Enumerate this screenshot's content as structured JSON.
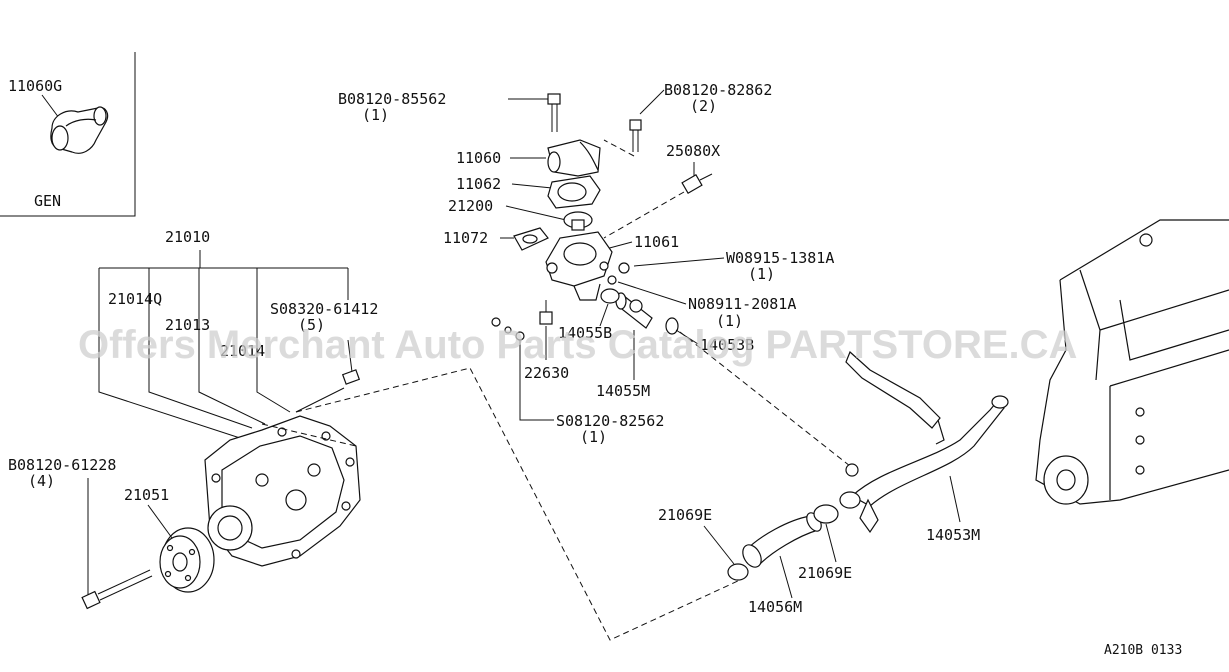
{
  "watermark": "Offers Merchant Auto Parts Catalog PARTSTORE.CA",
  "diagram_code": "A210B 0133",
  "inset": {
    "part": "11060G",
    "caption": "GEN"
  },
  "labels": {
    "p21010": "21010",
    "p21014q": "21014Q",
    "p21013": "21013",
    "p21014": "21014",
    "s08320": "S08320-61412",
    "s08320_qty": "(5)",
    "b08120_61228": "B08120-61228",
    "b08120_61228_qty": "(4)",
    "p21051": "21051",
    "b08120_85562": "B08120-85562",
    "b08120_85562_qty": "(1)",
    "b08120_82862": "B08120-82862",
    "b08120_82862_qty": "(2)",
    "p11060": "11060",
    "p11062": "11062",
    "p21200": "21200",
    "p11072": "11072",
    "p11061": "11061",
    "p25080x": "25080X",
    "w08915": "W08915-1381A",
    "w08915_qty": "(1)",
    "n08911": "N08911-2081A",
    "n08911_qty": "(1)",
    "p14055b": "14055B",
    "p14053b": "14053B",
    "p22630": "22630",
    "p14055m": "14055M",
    "s08120_82562": "S08120-82562",
    "s08120_82562_qty": "(1)",
    "p21069e_a": "21069E",
    "p21069e_b": "21069E",
    "p14056m": "14056M",
    "p14053m": "14053M"
  }
}
